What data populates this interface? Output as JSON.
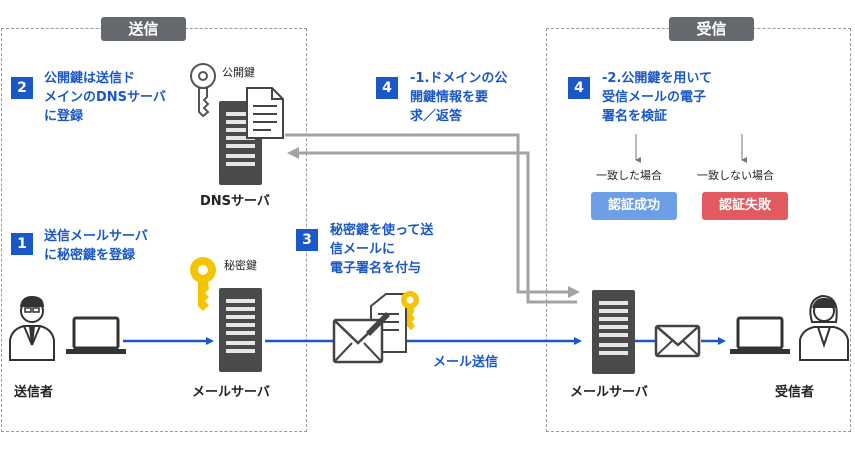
{
  "zones": {
    "sender_title": "送信",
    "receiver_title": "受信"
  },
  "steps": {
    "step2": {
      "number": "2",
      "text": "公開鍵は送信ド\nメインのDNSサーバ\nに登録"
    },
    "step1": {
      "number": "1",
      "text": "送信メールサーバ\nに秘密鍵を登録"
    },
    "step3": {
      "number": "3",
      "text": "秘密鍵を使って送\n信メールに\n電子署名を付与"
    },
    "step4a": {
      "number": "4",
      "text": "-1.ドメインの公\n開鍵情報を要\n求／返答"
    },
    "step4b": {
      "number": "4",
      "text": "-2.公開鍵を用いて\n受信メールの電子\n署名を検証"
    }
  },
  "labels": {
    "public_key": "公開鍵",
    "private_key": "秘密鍵",
    "dns_server": "DNSサーバ",
    "sender": "送信者",
    "sender_mail_server": "メールサーバ",
    "receiver_mail_server": "メールサーバ",
    "receiver": "受信者",
    "mail_send": "メール送信",
    "match": "一致した場合",
    "nomatch": "一致しない場合",
    "auth_success": "認証成功",
    "auth_fail": "認証失敗"
  },
  "colors": {
    "accent_blue": "#1b58c7",
    "success": "#6d9fe6",
    "failure": "#e2595f",
    "key_yellow": "#f4c400",
    "gray_arrow": "#a3a3a3",
    "server_dark": "#4a4a4a"
  }
}
